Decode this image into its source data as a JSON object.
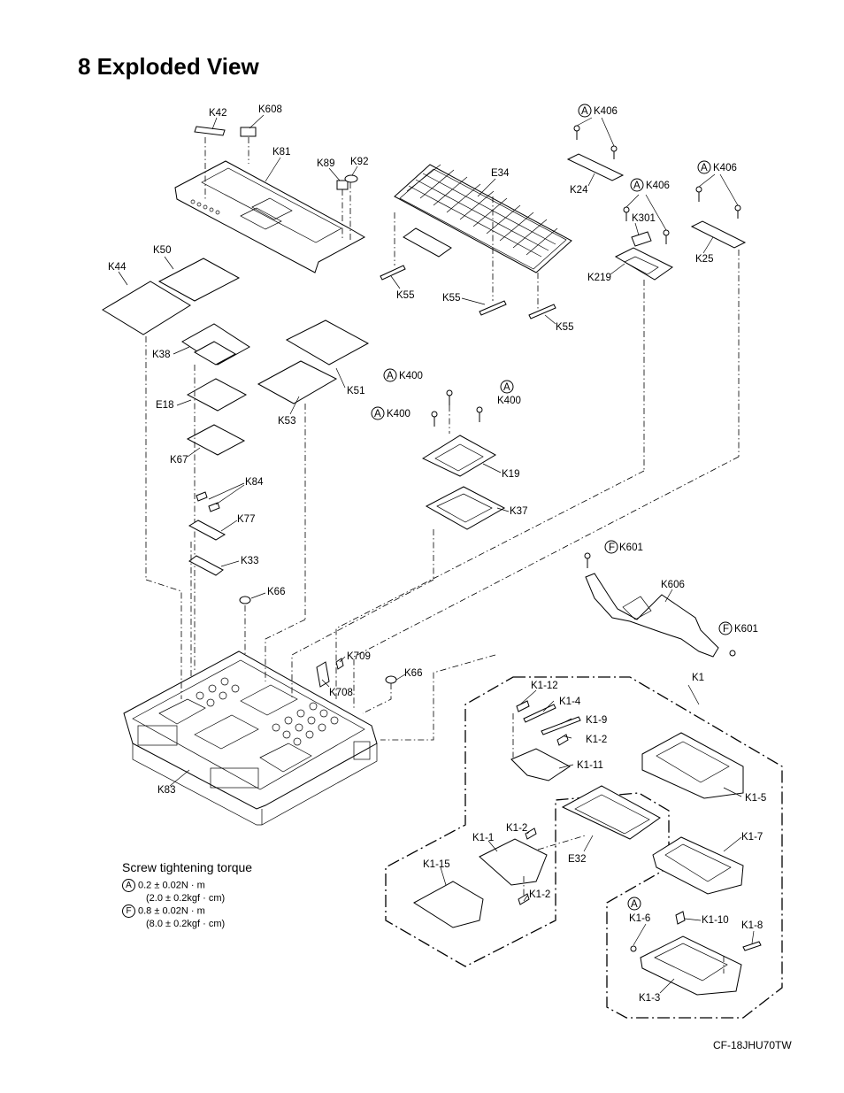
{
  "title": "8 Exploded View",
  "model": "CF-18JHU70TW",
  "torque": {
    "heading": "Screw tightening torque",
    "a_mark": "A",
    "a_value": "0.2 ± 0.02N · m",
    "a_kgf": "(2.0 ± 0.2kgf · cm)",
    "f_mark": "F",
    "f_value": "0.8 ± 0.02N · m",
    "f_kgf": "(8.0 ± 0.2kgf · cm)"
  },
  "labels": {
    "k42": "K42",
    "k608": "K608",
    "k81": "K81",
    "k89": "K89",
    "k92": "K92",
    "e34": "E34",
    "k406a": "K406",
    "k406b": "K406",
    "k406c": "K406",
    "k24": "K24",
    "k301": "K301",
    "k219": "K219",
    "k25": "K25",
    "k50": "K50",
    "k44": "K44",
    "k55a": "K55",
    "k55b": "K55",
    "k55c": "K55",
    "k38": "K38",
    "k51": "K51",
    "e18": "E18",
    "k53": "K53",
    "k67": "K67",
    "k400a": "K400",
    "k400b": "K400",
    "k400c": "K400",
    "k19": "K19",
    "k37": "K37",
    "k84": "K84",
    "k77": "K77",
    "k33": "K33",
    "k66a": "K66",
    "k66b": "K66",
    "k709": "K709",
    "k708": "K708",
    "k83": "K83",
    "k601a": "K601",
    "k601b": "K601",
    "k606": "K606",
    "k1": "K1",
    "k1_12": "K1-12",
    "k1_4": "K1-4",
    "k1_9": "K1-9",
    "k1_2a": "K1-2",
    "k1_11": "K1-11",
    "k1_5": "K1-5",
    "k1_7": "K1-7",
    "k1_2b": "K1-2",
    "k1_1": "K1-1",
    "k1_15": "K1-15",
    "e32": "E32",
    "k1_2c": "K1-2",
    "k1_6": "K1-6",
    "k1_10": "K1-10",
    "k1_8": "K1-8",
    "k1_3": "K1-3"
  },
  "marks": {
    "a": "A",
    "f": "F"
  }
}
